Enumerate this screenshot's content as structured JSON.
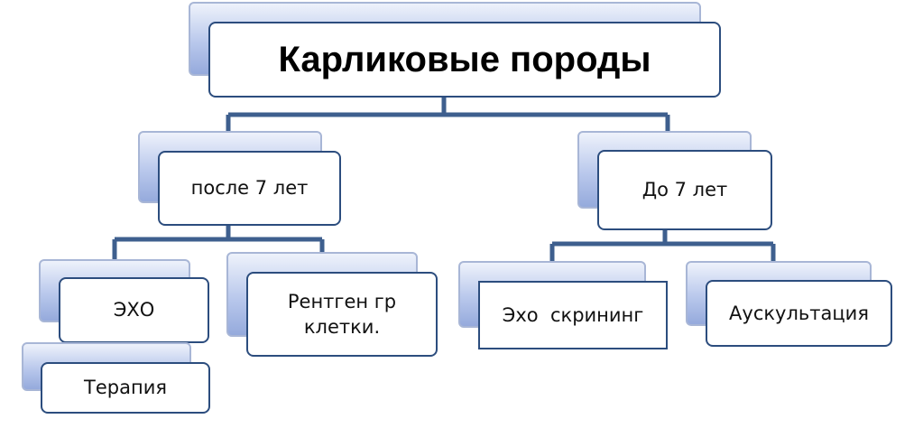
{
  "diagram": {
    "root": {
      "label": "Карликовые породы"
    },
    "branches": [
      {
        "label": "после 7 лет",
        "children": [
          "ЭХО",
          "Рентген гр клетки."
        ],
        "extra": "Терапия"
      },
      {
        "label": "До 7 лет",
        "children": [
          "Эхо  скрининг",
          "Аускультация"
        ]
      }
    ]
  },
  "colors": {
    "connector": "#3e5f8e",
    "box_border": "#2c4d7e",
    "shadow_fill": "#b9c8ec"
  }
}
